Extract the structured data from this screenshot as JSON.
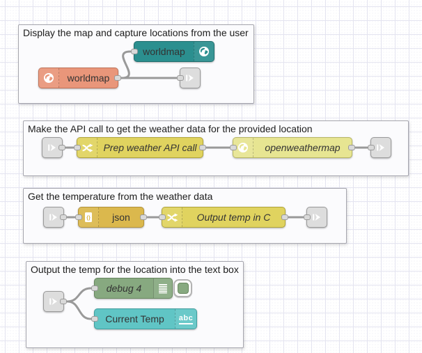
{
  "colors": {
    "canvas_bg": "#ffffff",
    "grid_line": "#e4e4f0",
    "grid_dot": "#ececf4",
    "group_bg": "#fbfbfd",
    "group_border": "#a6a6ae",
    "title_text": "#1c1c1c",
    "label_text": "#333333",
    "wire": "#999999",
    "port_fill": "#d9d9d9",
    "port_border": "#999999",
    "worldmap_in": "#2b8f8f",
    "worldmap_out": "#e9967a",
    "change_node": "#e0d35f",
    "openweathermap_node": "#e7e592",
    "json_node": "#dbb84d",
    "debug_node": "#87a980",
    "ui_text_node": "#60c5c5",
    "link_node": "#dddddd"
  },
  "groups": [
    {
      "title": "Display the map and capture locations from the user",
      "nodes": [
        {
          "label": "worldmap",
          "type": "worldmap web display",
          "icon": "globe-icon"
        },
        {
          "label": "worldmap",
          "type": "worldmap source",
          "icon": "globe-icon"
        },
        {
          "type": "link out",
          "icon": "link-icon"
        }
      ]
    },
    {
      "title": "Make the API call to get the weather data for the provided location",
      "nodes": [
        {
          "type": "link in",
          "icon": "link-icon"
        },
        {
          "label": "Prep weather API call",
          "type": "change",
          "icon": "shuffle-icon"
        },
        {
          "label": "openweathermap",
          "type": "openweathermap",
          "icon": "globe-icon"
        },
        {
          "type": "link out",
          "icon": "link-icon"
        }
      ]
    },
    {
      "title": "Get the temperature from the weather data",
      "nodes": [
        {
          "type": "link in",
          "icon": "link-icon"
        },
        {
          "label": "json",
          "type": "json parser",
          "icon": "json-file-icon"
        },
        {
          "label": "Output temp in C",
          "type": "change",
          "icon": "shuffle-icon"
        },
        {
          "type": "link out",
          "icon": "link-icon"
        }
      ]
    },
    {
      "title": "Output the temp for the location into the text box",
      "nodes": [
        {
          "type": "link in",
          "icon": "link-icon"
        },
        {
          "label": "debug 4",
          "type": "debug",
          "icon": "debug-list-icon"
        },
        {
          "label": "Current Temp",
          "type": "dashboard text",
          "icon": "abc-icon"
        }
      ]
    }
  ]
}
